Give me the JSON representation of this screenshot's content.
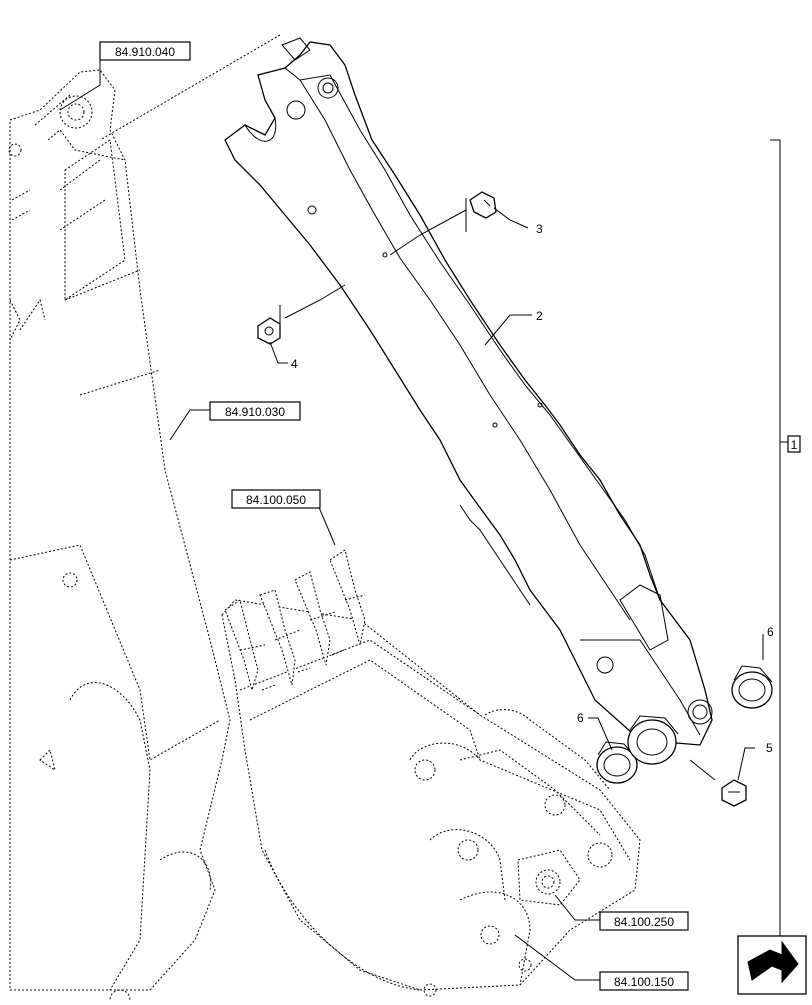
{
  "references": {
    "boom_ref": "84.910.040",
    "arm_ref": "84.910.030",
    "bucket_teeth_ref": "84.100.050",
    "bucket_link_ref": "84.100.250",
    "bucket_ref": "84.100.150"
  },
  "callouts": {
    "assembly": "1",
    "dipper_arm": "2",
    "grease_fitting_top": "3",
    "grease_fitting_left": "4",
    "grease_fitting_bottom": "5",
    "bushing_right": "6",
    "bushing_left": "6"
  },
  "icons": {
    "navigation": "arrow-return-icon"
  }
}
